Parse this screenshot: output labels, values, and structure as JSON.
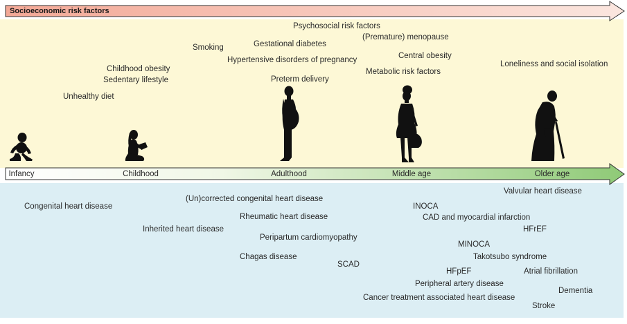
{
  "banner": {
    "title": "Socioeconomic risk factors"
  },
  "timeline": {
    "stages": [
      "Infancy",
      "Childhood",
      "Adulthood",
      "Middle age",
      "Older age"
    ]
  },
  "risk_factors": [
    "Psychosocial risk factors",
    "(Premature) menopause",
    "Smoking",
    "Gestational diabetes",
    "Central obesity",
    "Hypertensive disorders of pregnancy",
    "Loneliness and social isolation",
    "Childhood obesity",
    "Metabolic risk factors",
    "Sedentary lifestyle",
    "Preterm delivery",
    "Unhealthy diet"
  ],
  "diseases": [
    "Valvular heart disease",
    "(Un)corrected congenital heart disease",
    "Congenital heart disease",
    "INOCA",
    "Rheumatic heart disease",
    "CAD and myocardial infarction",
    "Inherited heart disease",
    "HFrEF",
    "Peripartum cardiomyopathy",
    "MINOCA",
    "Chagas disease",
    "Takotsubo syndrome",
    "SCAD",
    "Atrial fibrillation",
    "HFpEF",
    "Peripheral artery disease",
    "Dementia",
    "Cancer treatment associated heart disease",
    "Stroke"
  ],
  "silhouettes": [
    "baby-icon",
    "child-reading-icon",
    "pregnant-woman-icon",
    "middle-aged-woman-icon",
    "elderly-woman-with-cane-icon"
  ],
  "colors": {
    "upper_panel": "#fdf8d6",
    "lower_panel": "#dceef4",
    "banner_start": "#f3a896",
    "banner_end": "#fbe8e2",
    "timeline_start": "#ffffff",
    "timeline_end": "#8fca77",
    "silhouette": "#111111"
  }
}
